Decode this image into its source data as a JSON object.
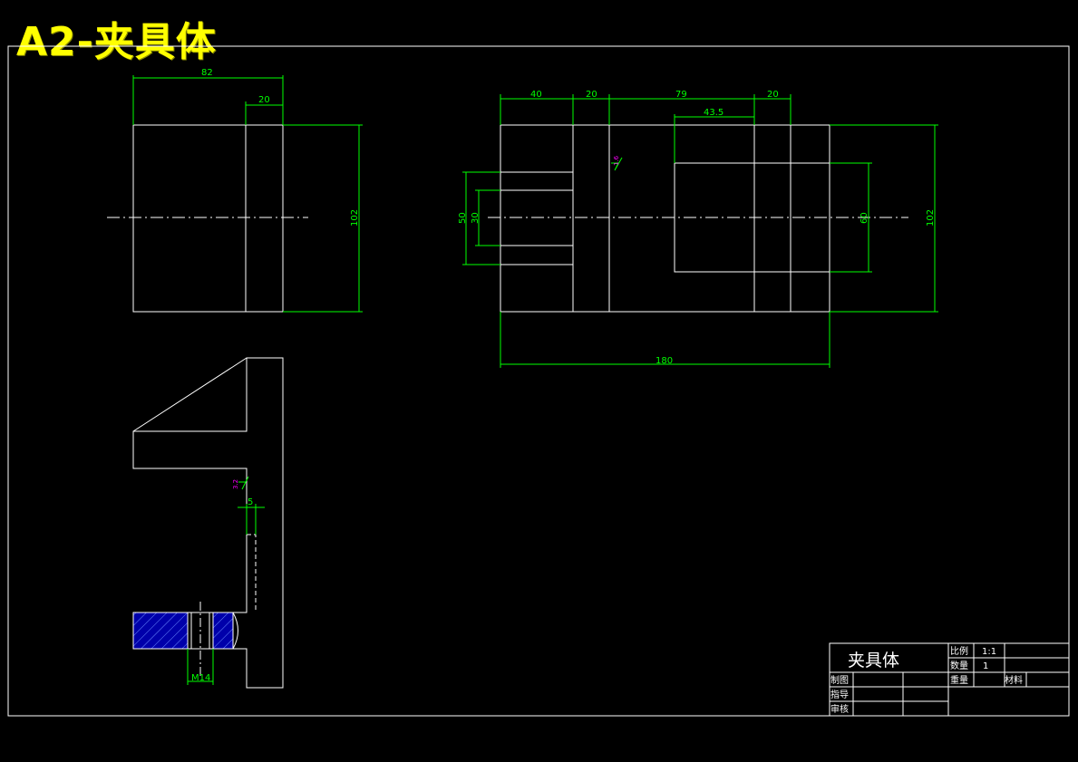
{
  "banner": {
    "title": "A2-夹具体"
  },
  "colors": {
    "background": "#000000",
    "outline": "#ffffff",
    "dimension": "#00ff00",
    "title": "#ffff00",
    "hatch": "#0000aa",
    "roughness": "#ff00ff"
  },
  "views": {
    "front": {
      "dims": {
        "overall_width": "82",
        "slot_width": "20",
        "height": "102"
      }
    },
    "top": {
      "dims": {
        "seg1": "40",
        "seg2": "20",
        "seg3": "79",
        "seg4": "20",
        "inner_width": "43.5",
        "outer_slot": "50",
        "inner_slot": "30",
        "pocket_height": "60",
        "height": "102",
        "overall_length": "180"
      },
      "roughness": "1.6"
    },
    "side": {
      "dims": {
        "step": "5",
        "thread": "M14"
      },
      "roughness": "3.2"
    }
  },
  "title_block": {
    "part_name": "夹具体",
    "scale_label": "比例",
    "scale_value": "1:1",
    "qty_label": "数量",
    "qty_value": "1",
    "drawn_label": "制图",
    "weight_label": "重量",
    "material_label": "材料",
    "guide_label": "指导",
    "review_label": "审核"
  }
}
